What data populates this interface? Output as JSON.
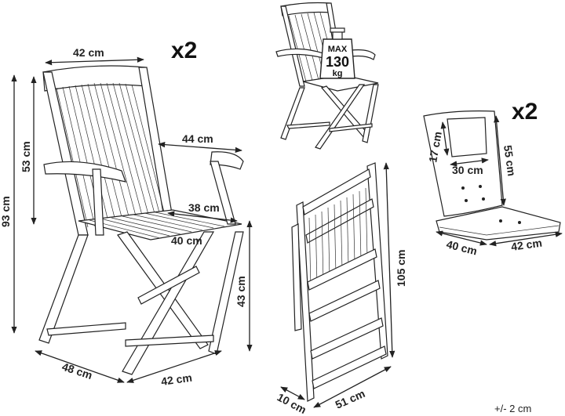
{
  "quantities": {
    "chair": "x2",
    "cushion": "x2"
  },
  "weight_badge": {
    "line1": "MAX",
    "line2": "130",
    "line3": "kg"
  },
  "chair_dims": {
    "back_width": "42 cm",
    "back_height": "53 cm",
    "total_height": "93 cm",
    "arm_depth": "44 cm",
    "seat_depth": "38 cm",
    "seat_width": "40 cm",
    "seat_height": "43 cm",
    "depth": "48 cm",
    "width": "42 cm"
  },
  "folded_dims": {
    "height": "105 cm",
    "thickness": "10 cm",
    "width": "51 cm"
  },
  "cushion_dims": {
    "pillow_height": "17 cm",
    "pillow_width": "30 cm",
    "back_height": "55 cm",
    "seat_depth": "40 cm",
    "seat_width": "42 cm"
  },
  "tolerance": "+/- 2 cm"
}
